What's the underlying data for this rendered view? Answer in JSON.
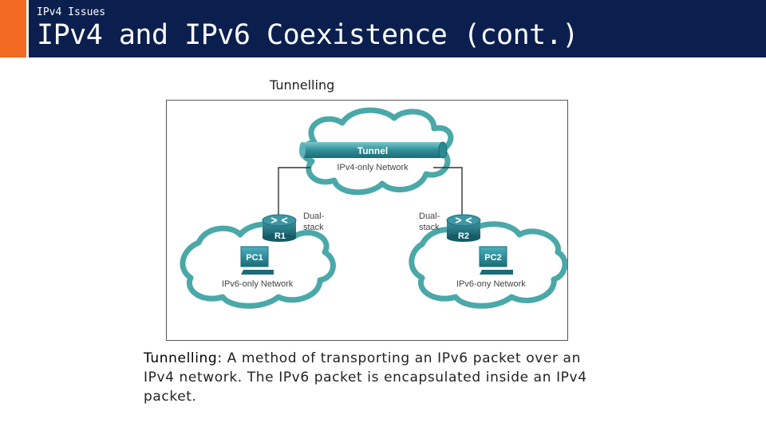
{
  "header": {
    "section": "IPv4 Issues",
    "title": "IPv4 and IPv6 Coexistence (cont.)"
  },
  "figure": {
    "caption": "Tunnelling",
    "tunnel_label": "Tunnel",
    "ipv4_network_label": "IPv4-only Network",
    "left_router_label": "R1",
    "right_router_label": "R2",
    "left_router_note_line1": "Dual-",
    "left_router_note_line2": "stack",
    "right_router_note_line1": "Dual-",
    "right_router_note_line2": "stack",
    "left_pc_label": "PC1",
    "right_pc_label": "PC2",
    "left_network_label": "IPv6-only Network",
    "right_network_label": "IPv6-ony Network",
    "colors": {
      "cloud_fill": "#ffffff",
      "cloud_stroke": "#4aa8a8",
      "device": "#1d6f7a",
      "tunnel": "#2a8a93"
    }
  },
  "description": {
    "term": "Tunnelling:",
    "text": " A method of transporting an IPv6 packet over an IPv4 network. The IPv6 packet is encapsulated inside an IPv4 packet."
  }
}
